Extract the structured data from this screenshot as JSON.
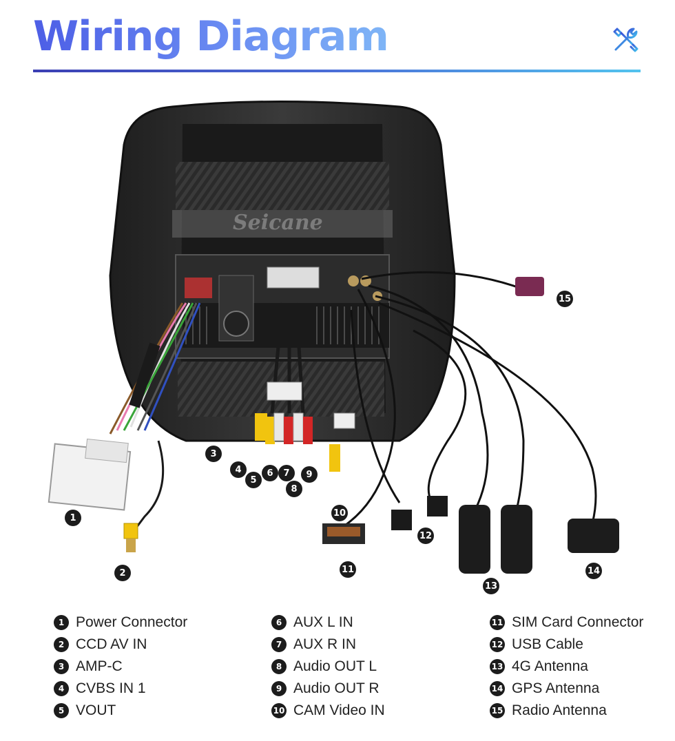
{
  "header": {
    "title": "Wiring Diagram",
    "icon": "tools-icon",
    "accent_color": "#5b79ec"
  },
  "photo": {
    "watermark": "Seicane",
    "callouts": [
      "1",
      "2",
      "3",
      "4",
      "5",
      "6",
      "7",
      "8",
      "9",
      "10",
      "11",
      "12",
      "13",
      "14",
      "15"
    ]
  },
  "legend": {
    "columns": [
      {
        "items": [
          {
            "num": "1",
            "label": "Power Connector"
          },
          {
            "num": "2",
            "label": "CCD AV IN"
          },
          {
            "num": "3",
            "label": "AMP-C"
          },
          {
            "num": "4",
            "label": "CVBS IN 1"
          },
          {
            "num": "5",
            "label": "VOUT"
          }
        ]
      },
      {
        "items": [
          {
            "num": "6",
            "label": "AUX L IN"
          },
          {
            "num": "7",
            "label": "AUX R IN"
          },
          {
            "num": "8",
            "label": "Audio OUT L"
          },
          {
            "num": "9",
            "label": "Audio OUT R"
          },
          {
            "num": "10",
            "label": "CAM Video IN"
          }
        ]
      },
      {
        "items": [
          {
            "num": "11",
            "label": "SIM Card Connector"
          },
          {
            "num": "12",
            "label": "USB Cable"
          },
          {
            "num": "13",
            "label": "4G Antenna"
          },
          {
            "num": "14",
            "label": "GPS Antenna"
          },
          {
            "num": "15",
            "label": "Radio Antenna"
          }
        ]
      }
    ]
  }
}
